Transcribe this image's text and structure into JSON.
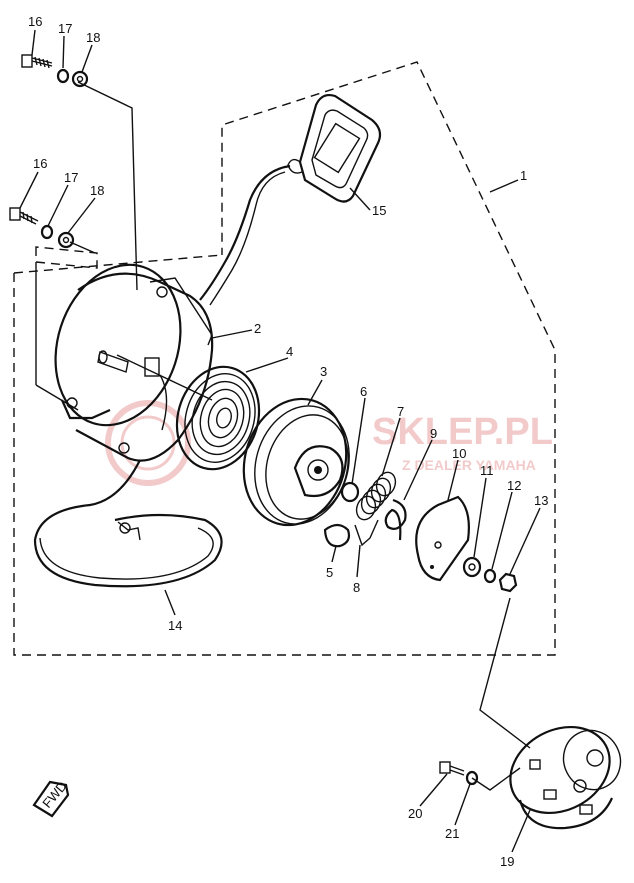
{
  "diagram": {
    "parts": [
      {
        "id": "p1",
        "number": "1",
        "name": "recoil-starter-assembly"
      },
      {
        "id": "p2",
        "number": "2",
        "name": "starter-case"
      },
      {
        "id": "p3",
        "number": "3",
        "name": "sheave-drum"
      },
      {
        "id": "p4",
        "number": "4",
        "name": "spiral-spring"
      },
      {
        "id": "p5",
        "number": "5",
        "name": "drive-pawl"
      },
      {
        "id": "p6",
        "number": "6",
        "name": "washer"
      },
      {
        "id": "p7",
        "number": "7",
        "name": "spring"
      },
      {
        "id": "p8",
        "number": "8",
        "name": "return-spring"
      },
      {
        "id": "p9",
        "number": "9",
        "name": "friction-spring"
      },
      {
        "id": "p10",
        "number": "10",
        "name": "drive-plate"
      },
      {
        "id": "p11",
        "number": "11",
        "name": "plate-washer"
      },
      {
        "id": "p12",
        "number": "12",
        "name": "spring-washer"
      },
      {
        "id": "p13",
        "number": "13",
        "name": "nut"
      },
      {
        "id": "p14",
        "number": "14",
        "name": "starter-rope"
      },
      {
        "id": "p15",
        "number": "15",
        "name": "starter-handle"
      },
      {
        "id": "p16a",
        "number": "16",
        "name": "bolt-top"
      },
      {
        "id": "p17a",
        "number": "17",
        "name": "spring-washer-top"
      },
      {
        "id": "p18a",
        "number": "18",
        "name": "washer-top"
      },
      {
        "id": "p16b",
        "number": "16",
        "name": "bolt-middle"
      },
      {
        "id": "p17b",
        "number": "17",
        "name": "spring-washer-middle"
      },
      {
        "id": "p18b",
        "number": "18",
        "name": "washer-middle"
      },
      {
        "id": "p19",
        "number": "19",
        "name": "pulley"
      },
      {
        "id": "p20",
        "number": "20",
        "name": "pulley-bolt"
      },
      {
        "id": "p21",
        "number": "21",
        "name": "pulley-washer"
      }
    ],
    "fwd_label": "FWD",
    "watermark": {
      "brand": "SKLEP.PL",
      "tagline": "Z DEALER YAMAHA",
      "color": "#e8a0a0"
    },
    "line_color": "#111111"
  }
}
